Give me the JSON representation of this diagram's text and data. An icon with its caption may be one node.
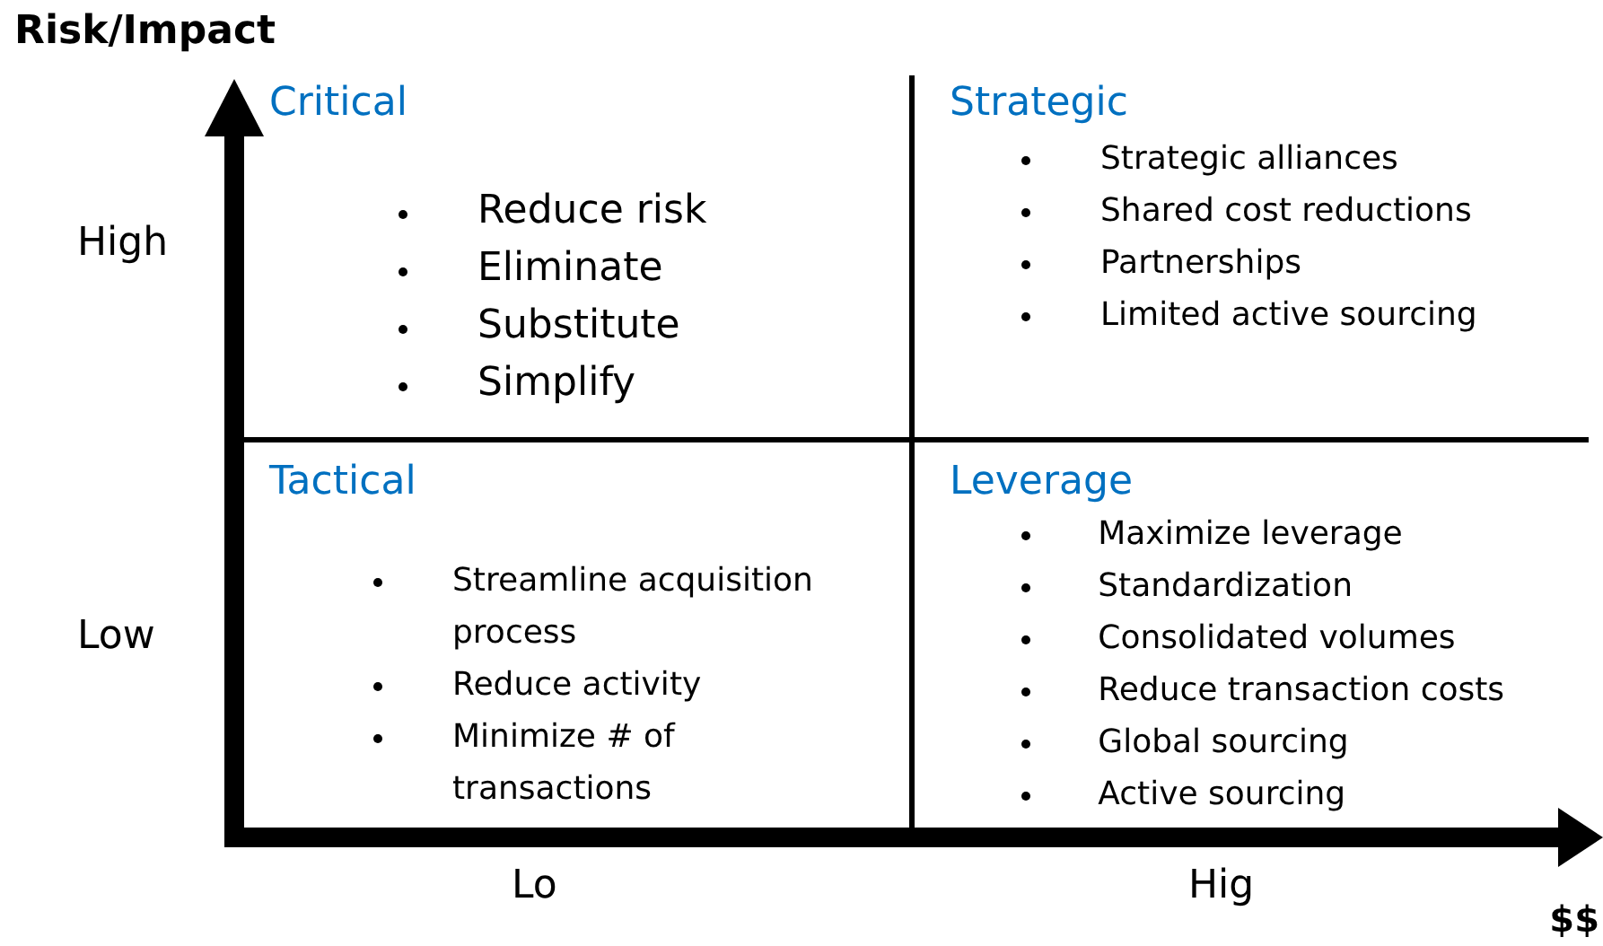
{
  "diagram": {
    "nodes": [
      {
        "text": [
          "Critical",
          "Reduce risk",
          "Eliminate",
          "Substitute",
          "Simplify"
        ]
      },
      {
        "text": [
          "Strategic",
          "Strategic alliances",
          "Shared cost reductions",
          "Partnerships",
          "Limited active sourcing"
        ]
      },
      {
        "text": [
          "Tactical",
          "Streamline acquisition process",
          "Reduce activity",
          "Minimize # of transactions"
        ]
      },
      {
        "text": [
          "Leverage",
          "Maximize leverage",
          "Standardization",
          "Consolidated volumes",
          "Reduce transaction costs",
          "Global sourcing",
          "Active sourcing"
        ]
      }
    ],
    "edges": [],
    "labels": [
      "Risk/Impact",
      "High",
      "Low",
      "Lo",
      "Hig",
      "$$"
    ]
  }
}
